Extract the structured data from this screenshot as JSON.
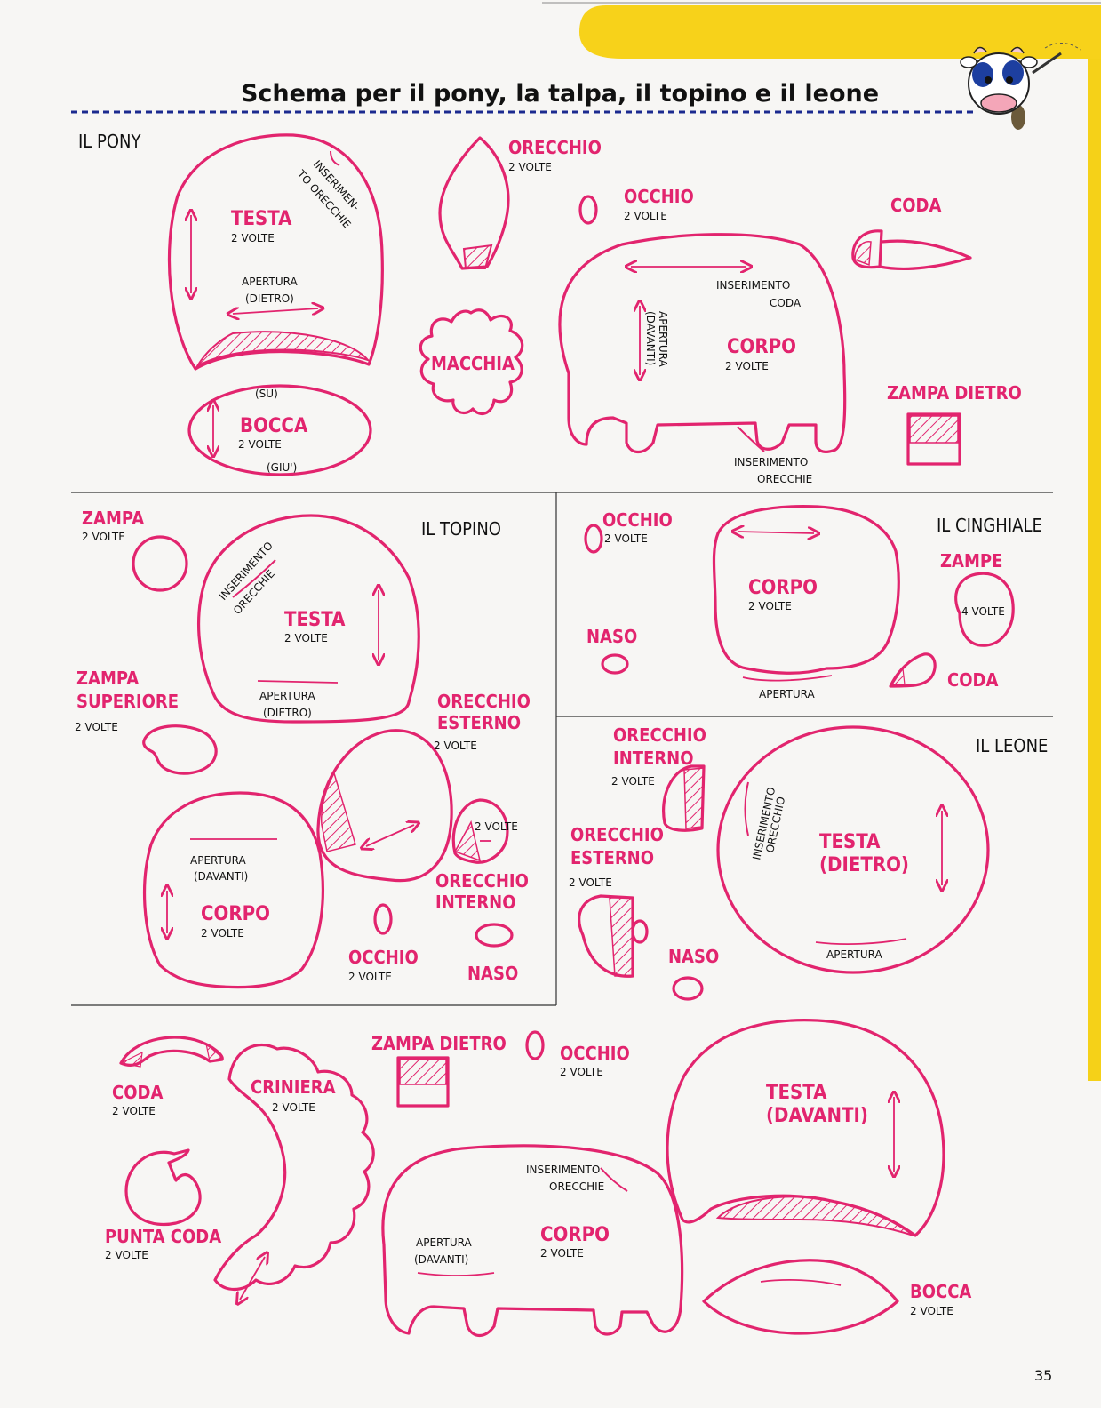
{
  "page": {
    "title": "Schema per il pony, la talpa, il topino e il leone",
    "page_number": "35"
  },
  "sections": {
    "pony": {
      "name": "IL PONY",
      "testa": {
        "label": "TESTA",
        "count": "2 VOLTE",
        "opening": [
          "APERTURA",
          "(DIETRO)"
        ]
      },
      "ear_insert": [
        "INSERIMEN-",
        "TO ORECCHIE"
      ],
      "bocca": {
        "label": "BOCCA",
        "count": "2 VOLTE",
        "top": "(SU)",
        "bottom": "(GIU')"
      },
      "orecchio": {
        "label": "ORECCHIO",
        "count": "2 VOLTE"
      },
      "macchia": {
        "label": "MACCHIA"
      },
      "occhio": {
        "label": "OCCHIO",
        "count": "2 VOLTE"
      },
      "coda": {
        "label": "CODA"
      },
      "corpo": {
        "label": "CORPO",
        "count": "2 VOLTE",
        "opening": [
          "APERTURA",
          "(DAVANTI)"
        ],
        "tail_insert": [
          "INSERIMENTO",
          "CODA"
        ],
        "ear_insert": [
          "INSERIMENTO",
          "ORECCHIE"
        ]
      },
      "zampa_dietro": {
        "label": "ZAMPA DIETRO"
      }
    },
    "topino": {
      "name": "IL TOPINO",
      "zampa": {
        "label": "ZAMPA",
        "count": "2 VOLTE"
      },
      "zampa_superiore": {
        "label": [
          "ZAMPA",
          "SUPERIORE"
        ],
        "count": "2 VOLTE"
      },
      "testa": {
        "label": "TESTA",
        "count": "2 VOLTE",
        "ear_insert": [
          "INSERIMENTO",
          "ORECCHIE"
        ],
        "opening": [
          "APERTURA",
          "(DIETRO)"
        ]
      },
      "corpo": {
        "label": "CORPO",
        "count": "2 VOLTE",
        "opening": [
          "APERTURA",
          "(DAVANTI)"
        ]
      },
      "orecchio_esterno": {
        "label": [
          "ORECCHIO",
          "ESTERNO"
        ],
        "count": "2 VOLTE"
      },
      "orecchio_interno": {
        "label": [
          "ORECCHIO",
          "INTERNO"
        ],
        "count": "2 VOLTE"
      },
      "occhio": {
        "label": "OCCHIO",
        "count": "2 VOLTE"
      },
      "naso": {
        "label": "NASO"
      }
    },
    "cinghiale": {
      "name": "IL CINGHIALE",
      "occhio": {
        "label": "OCCHIO",
        "count": "2 VOLTE"
      },
      "corpo": {
        "label": "CORPO",
        "count": "2 VOLTE",
        "opening": "APERTURA"
      },
      "naso": {
        "label": "NASO"
      },
      "zampe": {
        "label": "ZAMPE",
        "count": "4 VOLTE"
      },
      "coda": {
        "label": "CODA"
      }
    },
    "leone": {
      "name": "IL LEONE",
      "orecchio_interno": {
        "label": [
          "ORECCHIO",
          "INTERNO"
        ],
        "count": "2 VOLTE"
      },
      "orecchio_esterno": {
        "label": [
          "ORECCHIO",
          "ESTERNO"
        ],
        "count": "2 VOLTE"
      },
      "naso": {
        "label": "NASO"
      },
      "testa_dietro": {
        "label": [
          "TESTA",
          "(DIETRO)"
        ],
        "ear_insert": [
          "INSERIMENTO",
          "ORECCHIO"
        ],
        "opening": "APERTURA"
      },
      "testa_davanti": {
        "label": [
          "TESTA",
          "(DAVANTI)"
        ]
      },
      "bocca": {
        "label": "BOCCA",
        "count": "2 VOLTE"
      },
      "coda": {
        "label": "CODA",
        "count": "2 VOLTE"
      },
      "criniera": {
        "label": "CRINIERA",
        "count": "2 VOLTE"
      },
      "punta_coda": {
        "label": "PUNTA CODA",
        "count": "2 VOLTE"
      },
      "zampa_dietro": {
        "label": "ZAMPA DIETRO"
      },
      "occhio": {
        "label": "OCCHIO",
        "count": "2 VOLTE"
      },
      "corpo": {
        "label": "CORPO",
        "count": "2 VOLTE",
        "opening": [
          "APERTURA",
          "(DAVANTI)"
        ],
        "ear_insert": [
          "INSERIMENTO",
          "ORECCHIE"
        ]
      }
    }
  },
  "colors": {
    "pattern_line": "#e2246e",
    "tab_yellow": "#f7d21a",
    "divider_blue": "#1b2a8f"
  }
}
